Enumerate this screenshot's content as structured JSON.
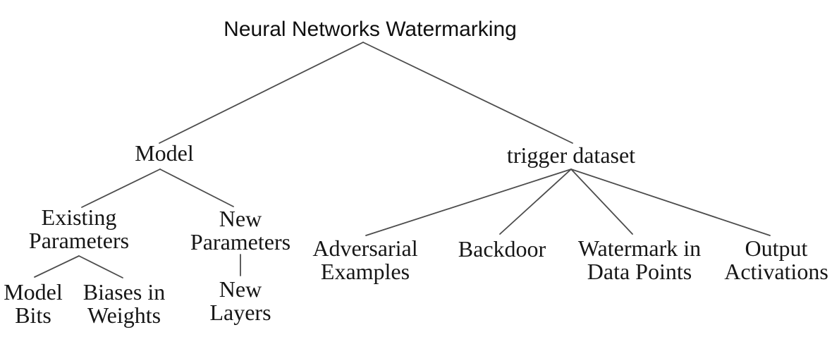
{
  "diagram": {
    "title": "Neural Networks Watermarking",
    "colors": {
      "background": "#ffffff",
      "text": "#161616",
      "line": "#4c4c4c"
    },
    "tree": {
      "label": "Neural Networks Watermarking",
      "children": [
        {
          "label": "Model",
          "children": [
            {
              "label": "Existing\nParameters",
              "children": [
                {
                  "label": "Model\nBits"
                },
                {
                  "label": "Biases in\nWeights"
                }
              ]
            },
            {
              "label": "New\nParameters",
              "children": [
                {
                  "label": "New\nLayers"
                }
              ]
            }
          ]
        },
        {
          "label": "trigger dataset",
          "children": [
            {
              "label": "Adversarial\nExamples"
            },
            {
              "label": "Backdoor"
            },
            {
              "label": "Watermark in\nData Points"
            },
            {
              "label": "Output\nActivations"
            }
          ]
        }
      ]
    }
  }
}
